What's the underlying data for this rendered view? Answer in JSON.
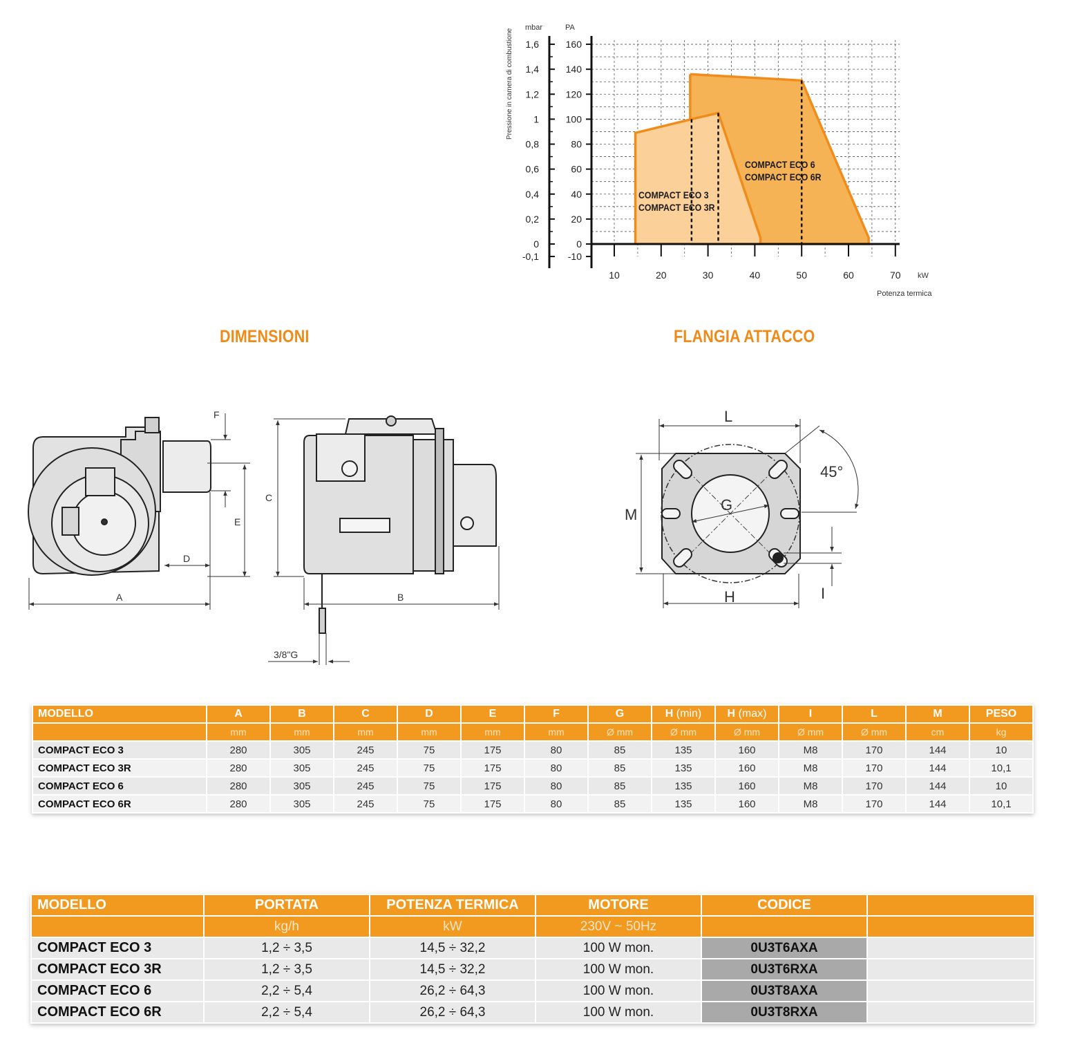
{
  "chart": {
    "left_unit": "mbar",
    "right_unit": "PA",
    "y_axis_label": "Pressione in camera di combustione",
    "x_unit": "kW",
    "x_axis_label": "Potenza termica",
    "area_label_small": [
      "COMPACT ECO 3",
      "COMPACT ECO 3R"
    ],
    "area_label_large": [
      "COMPACT ECO 6",
      "COMPACT ECO 6R"
    ],
    "colors": {
      "small_area": "#fbd199",
      "large_area": "#f5b356",
      "outline": "#f08c1c"
    }
  },
  "chart_data": {
    "type": "area",
    "xlabel": "Potenza termica",
    "ylabel": "Pressione in camera di combustione",
    "x_ticks": [
      10,
      20,
      30,
      40,
      50,
      60,
      70
    ],
    "y_ticks_pa": [
      160,
      140,
      120,
      100,
      80,
      60,
      40,
      20,
      0,
      -10
    ],
    "y_ticks_mbar": [
      "1,6",
      "1,4",
      "1,2",
      "1",
      "0,8",
      "0,6",
      "0,4",
      "0,2",
      "0",
      "-0,1"
    ],
    "xlim": [
      5,
      71
    ],
    "ylim": [
      -10,
      160
    ],
    "grid": true,
    "series": [
      {
        "name": "COMPACT ECO 3 / COMPACT ECO 3R",
        "x": [
          14.5,
          26.5,
          32.2,
          41.2,
          41.2
        ],
        "y": [
          89,
          100,
          105,
          5,
          0
        ]
      },
      {
        "name": "COMPACT ECO 6 / COMPACT ECO 6R",
        "x": [
          26.2,
          50,
          64.3,
          64.3
        ],
        "y": [
          136,
          131,
          5,
          0
        ]
      }
    ],
    "dashed_x_markers": [
      26.5,
      32.2,
      50
    ]
  },
  "sections": {
    "dimensioni": "DIMENSIONI",
    "flangia": "FLANGIA ATTACCO"
  },
  "drawing_labels": {
    "A": "A",
    "B": "B",
    "C": "C",
    "D": "D",
    "E": "E",
    "F": "F",
    "G": "G",
    "H": "H",
    "I": "I",
    "L": "L",
    "M": "M",
    "angle": "45°",
    "thread": "3/8\"G"
  },
  "dims_table": {
    "headers": [
      "MODELLO",
      "A",
      "B",
      "C",
      "D",
      "E",
      "F",
      "G",
      "H",
      "H",
      "I",
      "L",
      "M",
      "PESO"
    ],
    "header_suffix": {
      "h_min": "(min)",
      "h_max": "(max)"
    },
    "units": [
      "",
      "mm",
      "mm",
      "mm",
      "mm",
      "mm",
      "mm",
      "Ø mm",
      "Ø mm",
      "Ø mm",
      "Ø mm",
      "Ø mm",
      "cm",
      "kg"
    ],
    "rows": [
      [
        "COMPACT ECO 3",
        "280",
        "305",
        "245",
        "75",
        "175",
        "80",
        "85",
        "135",
        "160",
        "M8",
        "170",
        "144",
        "10"
      ],
      [
        "COMPACT ECO 3R",
        "280",
        "305",
        "245",
        "75",
        "175",
        "80",
        "85",
        "135",
        "160",
        "M8",
        "170",
        "144",
        "10,1"
      ],
      [
        "COMPACT ECO 6",
        "280",
        "305",
        "245",
        "75",
        "175",
        "80",
        "85",
        "135",
        "160",
        "M8",
        "170",
        "144",
        "10"
      ],
      [
        "COMPACT ECO 6R",
        "280",
        "305",
        "245",
        "75",
        "175",
        "80",
        "85",
        "135",
        "160",
        "M8",
        "170",
        "144",
        "10,1"
      ]
    ]
  },
  "spec_table": {
    "headers": [
      "MODELLO",
      "PORTATA",
      "POTENZA TERMICA",
      "MOTORE",
      "CODICE",
      ""
    ],
    "units": [
      "",
      "kg/h",
      "kW",
      "230V ~ 50Hz",
      "",
      ""
    ],
    "rows": [
      [
        "COMPACT ECO 3",
        "1,2 ÷ 3,5",
        "14,5 ÷ 32,2",
        "100 W mon.",
        "0U3T6AXA",
        ""
      ],
      [
        "COMPACT ECO 3R",
        "1,2 ÷ 3,5",
        "14,5 ÷ 32,2",
        "100 W mon.",
        "0U3T6RXA",
        ""
      ],
      [
        "COMPACT ECO 6",
        "2,2 ÷ 5,4",
        "26,2 ÷ 64,3",
        "100 W mon.",
        "0U3T8AXA",
        ""
      ],
      [
        "COMPACT ECO 6R",
        "2,2 ÷ 5,4",
        "26,2 ÷ 64,3",
        "100 W mon.",
        "0U3T8RXA",
        ""
      ]
    ]
  }
}
